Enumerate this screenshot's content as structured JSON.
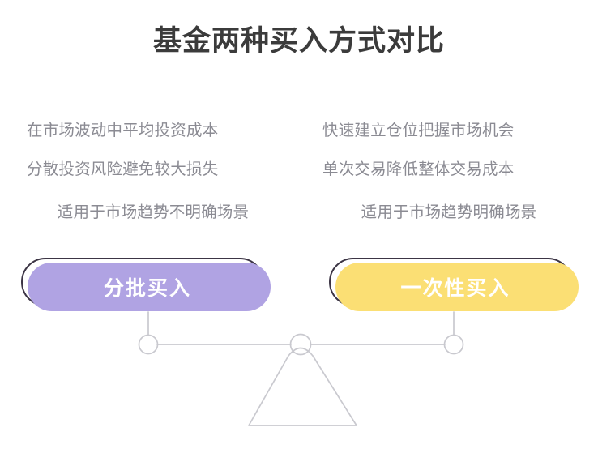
{
  "header": {
    "title": "基金两种买入方式对比"
  },
  "comparison": {
    "left": {
      "method_label": "分批买入",
      "accent_color": "#b0a3e3",
      "features": [
        "在市场波动中平均投资成本",
        "分散投资风险避免较大损失",
        "适用于市场趋势不明确场景"
      ]
    },
    "right": {
      "method_label": "一次性买入",
      "accent_color": "#fbdf74",
      "features": [
        "快速建立仓位把握市场机会",
        "单次交易降低整体交易成本",
        "适用于市场趋势明确场景"
      ]
    }
  },
  "scale": {
    "icon": "balance-scale-icon",
    "line_color": "#c9c9cf",
    "state": "balanced"
  },
  "theme": {
    "background": "#ffffff",
    "title_color": "#3b3b3b",
    "body_text_color": "#8b8b93",
    "outline_color": "#3c3545",
    "pill_text_color": "#ffffff"
  }
}
